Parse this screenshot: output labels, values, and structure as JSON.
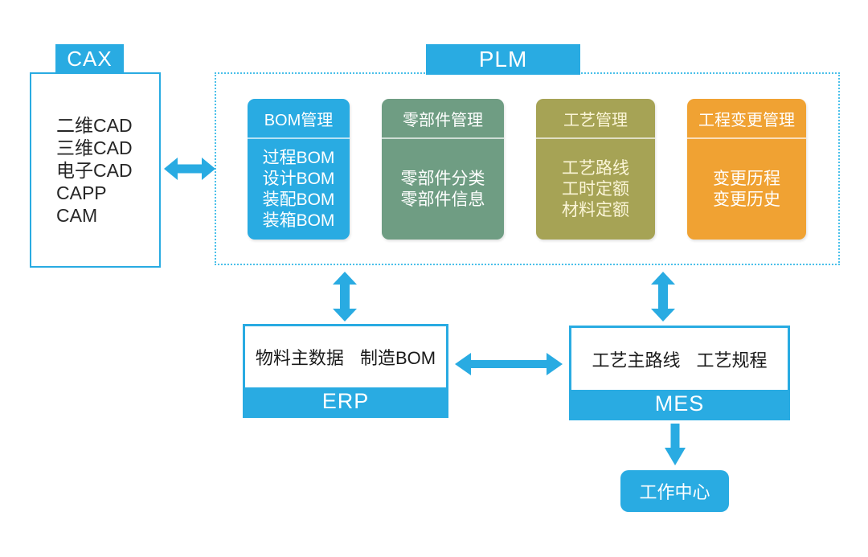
{
  "colors": {
    "accent_blue": "#29ABE2",
    "module_green": "#6F9D83",
    "module_olive": "#A6A355",
    "module_orange": "#F0A233",
    "dashed_border_blue": "#4AC0EA",
    "text_dark": "#262626"
  },
  "cax": {
    "tab_label": "CAX",
    "items": [
      "二维CAD",
      "三维CAD",
      "电子CAD",
      "CAPP",
      "CAM"
    ]
  },
  "plm": {
    "tab_label": "PLM",
    "modules": [
      {
        "title": "BOM管理",
        "color": "#29ABE2",
        "items": [
          "过程BOM",
          "设计BOM",
          "装配BOM",
          "装箱BOM"
        ]
      },
      {
        "title": "零部件管理",
        "color": "#6F9D83",
        "items": [
          "零部件分类",
          "零部件信息"
        ]
      },
      {
        "title": "工艺管理",
        "color": "#A6A355",
        "items": [
          "工艺路线",
          "工时定额",
          "材料定额"
        ]
      },
      {
        "title": "工程变更管理",
        "color": "#F0A233",
        "items": [
          "变更历程",
          "变更历史"
        ]
      }
    ]
  },
  "erp": {
    "footer_label": "ERP",
    "items": [
      "物料主数据",
      "制造BOM"
    ]
  },
  "mes": {
    "footer_label": "MES",
    "items": [
      "工艺主路线",
      "工艺规程"
    ]
  },
  "work_center": {
    "label": "工作中心"
  },
  "connectors": [
    {
      "from": "CAX",
      "to": "PLM",
      "type": "bidirectional"
    },
    {
      "from": "PLM",
      "to": "ERP",
      "type": "bidirectional"
    },
    {
      "from": "PLM",
      "to": "MES",
      "type": "bidirectional"
    },
    {
      "from": "ERP",
      "to": "MES",
      "type": "bidirectional"
    },
    {
      "from": "MES",
      "to": "工作中心",
      "type": "unidirectional"
    }
  ]
}
